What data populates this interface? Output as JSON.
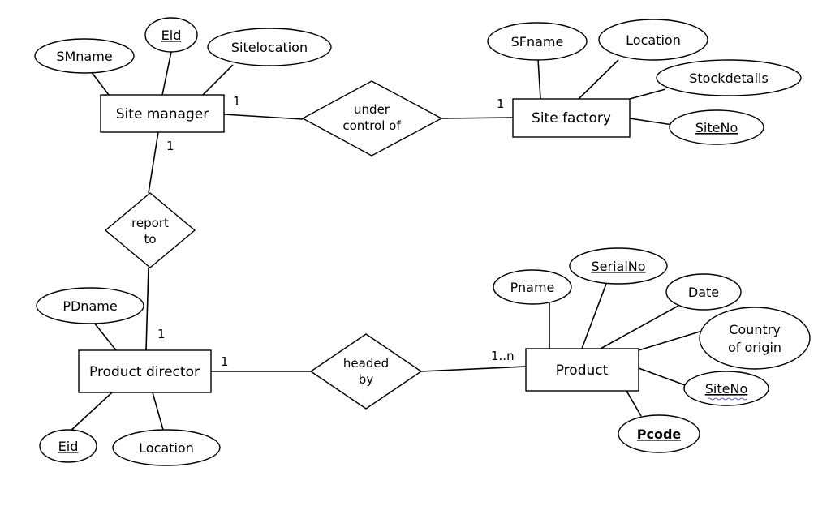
{
  "entities": {
    "site_manager": "Site manager",
    "site_factory": "Site factory",
    "product_director": "Product director",
    "product": "Product"
  },
  "relationships": {
    "under_control_of": [
      "under",
      "control of"
    ],
    "report_to": [
      "report",
      "to"
    ],
    "headed_by": [
      "headed",
      "by"
    ]
  },
  "attributes": {
    "smname": "SMname",
    "sm_eid": "Eid",
    "sitelocation": "Sitelocation",
    "sfname": "SFname",
    "sf_location": "Location",
    "stockdetails": "Stockdetails",
    "sf_siteno": "SiteNo",
    "pdname": "PDname",
    "pd_eid": "Eid",
    "pd_location": "Location",
    "pname": "Pname",
    "serialno": "SerialNo",
    "date": "Date",
    "country_of_origin": [
      "Country",
      "of origin"
    ],
    "p_siteno": "SiteNo",
    "pcode": "Pcode"
  },
  "cardinalities": {
    "sm_control": "1",
    "sf_control": "1",
    "sm_report": "1",
    "pd_report": "1",
    "pd_headed": "1",
    "product_headed": "1..n"
  }
}
